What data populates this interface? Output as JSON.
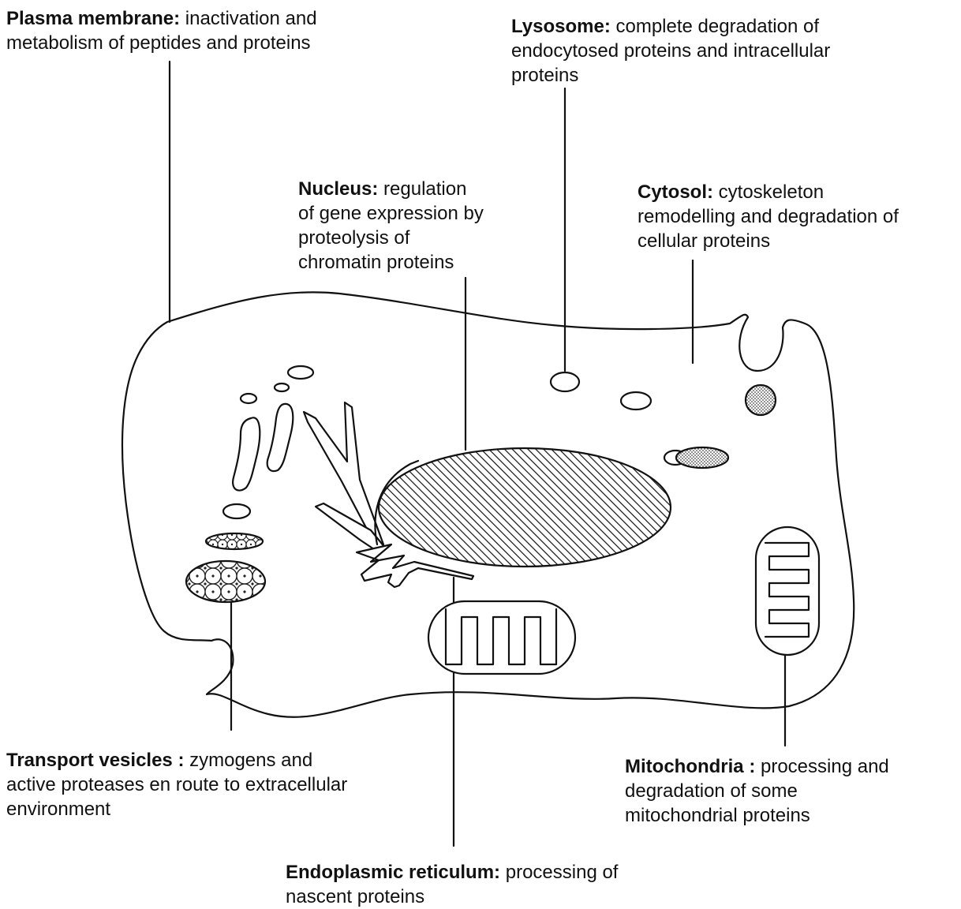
{
  "labels": {
    "plasma_membrane": {
      "title": "Plasma membrane:",
      "line1": " inactivation and",
      "line2": "metabolism of  peptides and proteins"
    },
    "lysosome": {
      "title": "Lysosome:",
      "line1": " complete degradation of",
      "line2": "endocytosed proteins and intracellular",
      "line3": "proteins"
    },
    "nucleus": {
      "title": "Nucleus:",
      "line1": " regulation",
      "line2": "of gene expression by",
      "line3": "proteolysis of",
      "line4": "chromatin proteins"
    },
    "cytosol": {
      "title": "Cytosol:",
      "line1": " cytoskeleton",
      "line2": "remodelling and degradation of",
      "line3": "cellular proteins"
    },
    "transport_vesicles": {
      "title": "Transport vesicles :",
      "line1": " zymogens and",
      "line2": "active proteases en route to extracellular",
      "line3": "environment"
    },
    "mitochondria": {
      "title": "Mitochondria :",
      "line1": " processing and",
      "line2": "degradation of some",
      "line3": "mitochondrial proteins"
    },
    "endoplasmic_reticulum": {
      "title": "Endoplasmic reticulum:",
      "line1": " processing of",
      "line2": "nascent proteins"
    }
  }
}
